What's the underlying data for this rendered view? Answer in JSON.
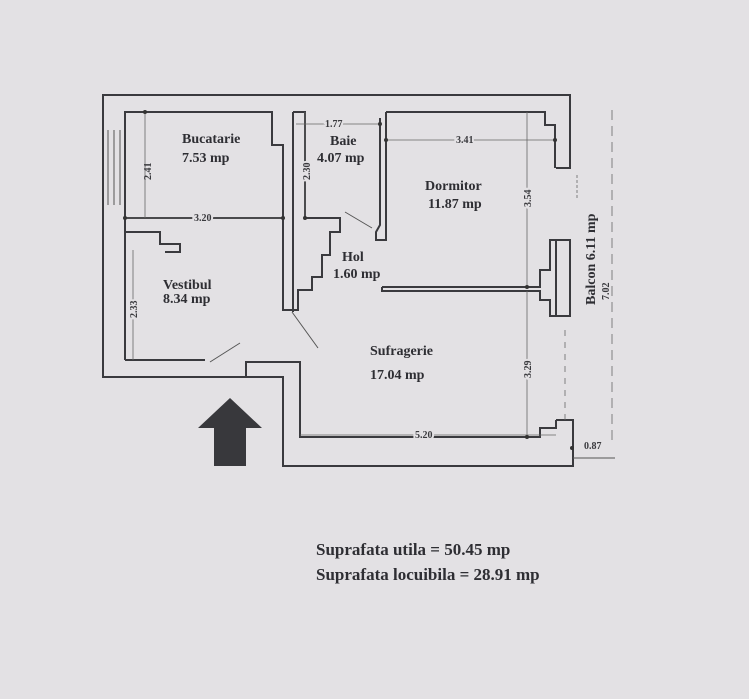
{
  "rooms": {
    "bucatarie": {
      "name": "Bucatarie",
      "area": "7.53 mp"
    },
    "baie": {
      "name": "Baie",
      "area": "4.07 mp"
    },
    "dormitor": {
      "name": "Dormitor",
      "area": "11.87 mp"
    },
    "hol": {
      "name": "Hol",
      "area": "1.60 mp"
    },
    "vestibul": {
      "name": "Vestibul",
      "area": "8.34 mp"
    },
    "sufragerie": {
      "name": "Sufragerie",
      "area": "17.04 mp"
    },
    "balcon": {
      "label": "Balcon 6.11 mp"
    }
  },
  "dimensions": {
    "d241": "2.41",
    "d320": "3.20",
    "d177": "1.77",
    "d230": "2.30",
    "d341": "3.41",
    "d354": "3.54",
    "d233": "2.33",
    "d329": "3.29",
    "d520": "5.20",
    "d087": "0.87",
    "d702": "7.02"
  },
  "summary": {
    "utila": "Suprafata utila = 50.45 mp",
    "locuibila": "Suprafata locuibila = 28.91 mp"
  },
  "icons": {
    "entrance": "arrow-up-icon"
  },
  "colors": {
    "background": "#e3e1e4",
    "ink": "#2e2e33"
  }
}
